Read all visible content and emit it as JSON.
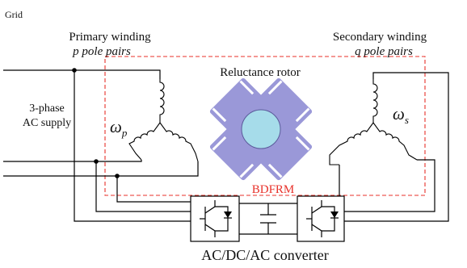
{
  "labels": {
    "grid": "Grid",
    "primary_line1": "Primary winding",
    "primary_line2": "p pole pairs",
    "secondary_line1": "Secondary winding",
    "secondary_line2": "q pole pairs",
    "rotor": "Reluctance rotor",
    "supply_line1": "3-phase",
    "supply_line2": "AC supply",
    "omega_p": "ω",
    "omega_p_sub": "p",
    "omega_s": "ω",
    "omega_s_sub": "s",
    "machine": "BDFRM",
    "converter": "AC/DC/AC converter"
  },
  "colors": {
    "machine_outline": "#e8312a",
    "rotor_fill": "#9a98d8",
    "rotor_core": "#a6dcea",
    "text": "#111111"
  }
}
